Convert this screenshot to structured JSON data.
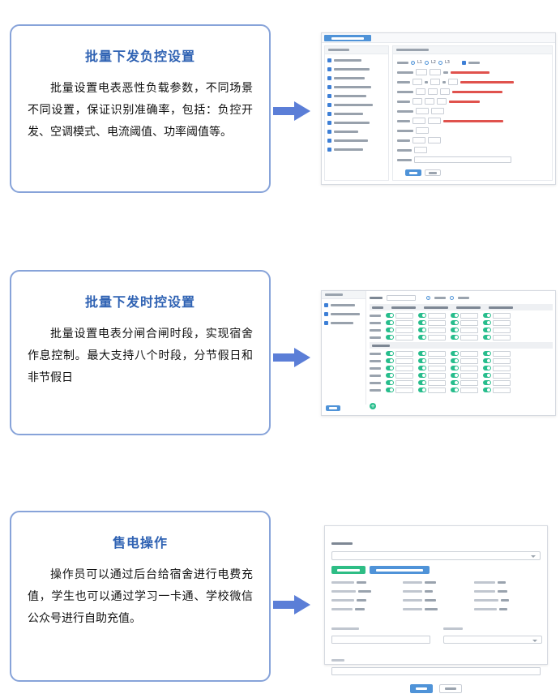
{
  "page": {
    "background": "#ffffff"
  },
  "sections": [
    {
      "title": "批量下发负控设置",
      "body": "批量设置电表恶性负载参数，不同场景不同设置，保证识别准确率，包括：负控开发、空调模式、电流阈值、功率阈值等。"
    },
    {
      "title": "批量下发时控设置",
      "body": "批量设置电表分闸合闸时段，实现宿舍作息控制。最大支持八个时段，分节假日和非节假日"
    },
    {
      "title": "售电操作",
      "body": "操作员可以通过后台给宿舍进行电费充值，学生也可以通过学习一卡通、学校微信公众号进行自助充值。"
    }
  ],
  "screenshot1": {
    "phase_labels": [
      "L1",
      "L2",
      "L3"
    ]
  },
  "colors": {
    "card_border": "#87a3d9",
    "title_text": "#2f62b3",
    "body_text": "#111111",
    "arrow": "#5b7ed7",
    "ui_blue": "#4f93d8",
    "ui_green": "#27bd8c",
    "annotation_red": "#e0524d"
  }
}
